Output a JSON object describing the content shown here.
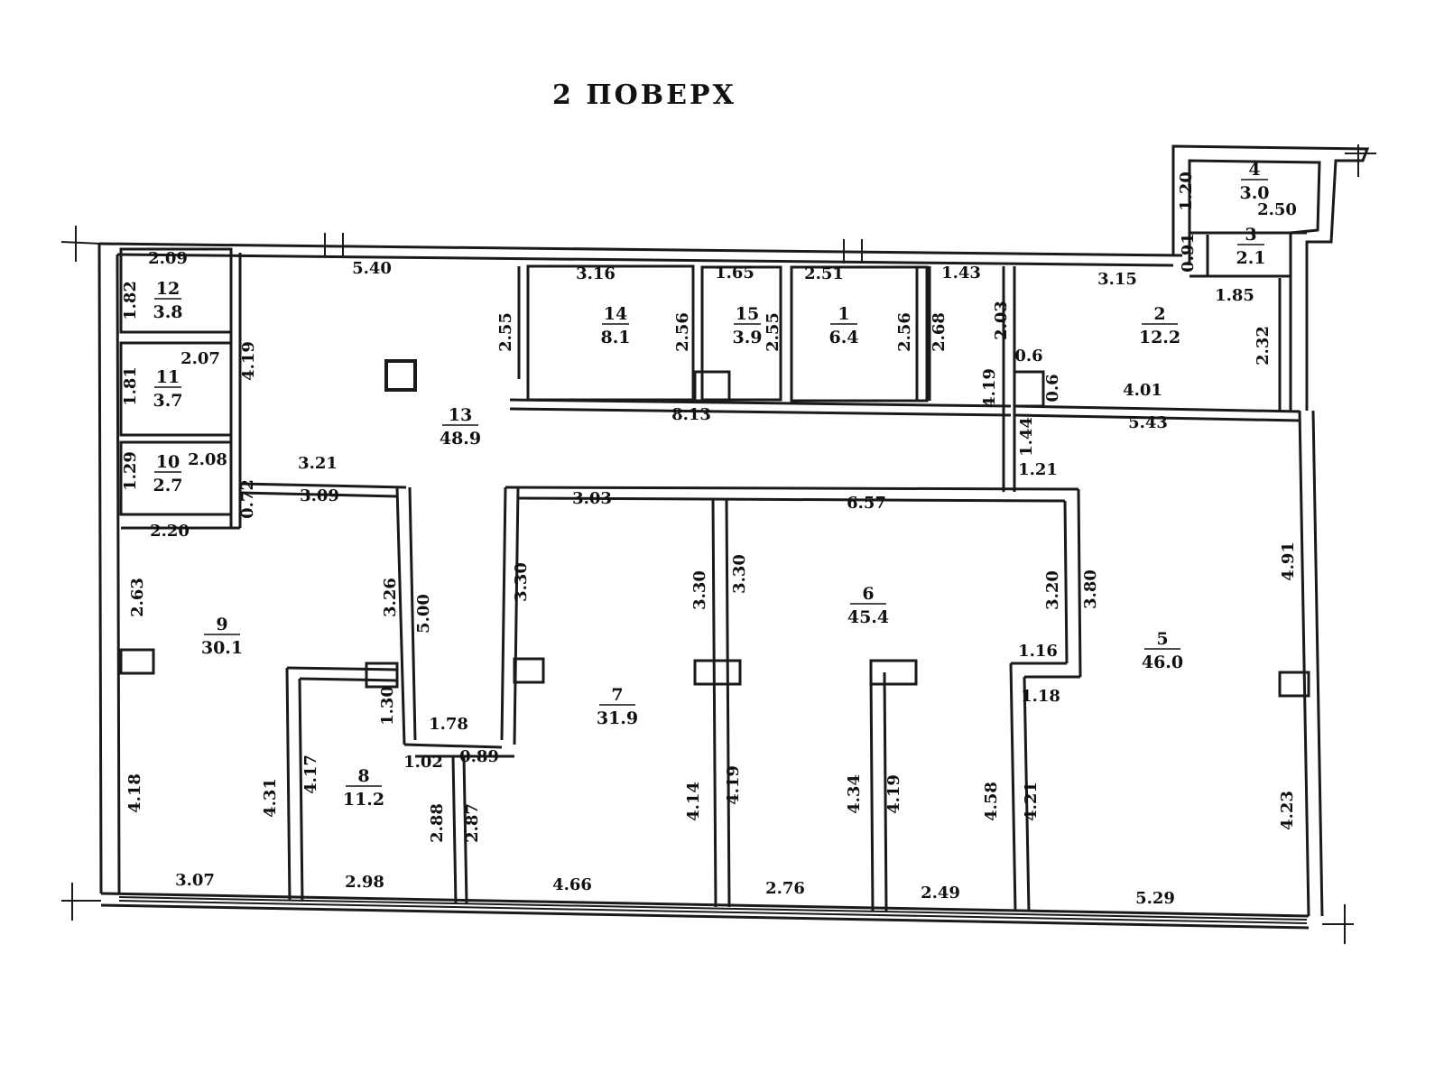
{
  "title": "2 ПОВЕРХ",
  "rooms": [
    {
      "id": "room-1",
      "number": "1",
      "area": "6.4"
    },
    {
      "id": "room-2",
      "number": "2",
      "area": "12.2"
    },
    {
      "id": "room-3",
      "number": "3",
      "area": "2.1"
    },
    {
      "id": "room-4",
      "number": "4",
      "area": "3.0"
    },
    {
      "id": "room-5",
      "number": "5",
      "area": "46.0"
    },
    {
      "id": "room-6",
      "number": "6",
      "area": "45.4"
    },
    {
      "id": "room-7",
      "number": "7",
      "area": "31.9"
    },
    {
      "id": "room-8",
      "number": "8",
      "area": "11.2"
    },
    {
      "id": "room-9",
      "number": "9",
      "area": "30.1"
    },
    {
      "id": "room-10",
      "number": "10",
      "area": "2.7"
    },
    {
      "id": "room-11",
      "number": "11",
      "area": "3.7"
    },
    {
      "id": "room-12",
      "number": "12",
      "area": "3.8"
    },
    {
      "id": "room-13",
      "number": "13",
      "area": "48.9"
    },
    {
      "id": "room-14",
      "number": "14",
      "area": "8.1"
    },
    {
      "id": "room-15",
      "number": "15",
      "area": "3.9"
    }
  ],
  "dimensions": [
    "2.09",
    "1.82",
    "2.07",
    "1.81",
    "2.08",
    "1.29",
    "2.20",
    "0.72",
    "4.19",
    "5.40",
    "3.21",
    "3.09",
    "2.55",
    "3.16",
    "2.56",
    "1.65",
    "2.55",
    "2.51",
    "2.56",
    "2.68",
    "1.43",
    "2.03",
    "3.15",
    "1.85",
    "2.32",
    "1.20",
    "2.50",
    "0.91",
    "4.19",
    "0.6",
    "0.6",
    "4.01",
    "5.43",
    "1.44",
    "1.21",
    "8.13",
    "3.03",
    "6.57",
    "3.30",
    "3.30",
    "3.30",
    "3.26",
    "5.00",
    "2.63",
    "3.20",
    "3.80",
    "4.91",
    "1.16",
    "1.18",
    "1.30",
    "1.78",
    "1.02",
    "0.89",
    "4.18",
    "4.31",
    "4.17",
    "2.88",
    "2.87",
    "4.14",
    "4.19",
    "4.34",
    "4.19",
    "4.58",
    "4.21",
    "4.23",
    "3.07",
    "2.98",
    "4.66",
    "2.76",
    "2.49",
    "5.29"
  ]
}
